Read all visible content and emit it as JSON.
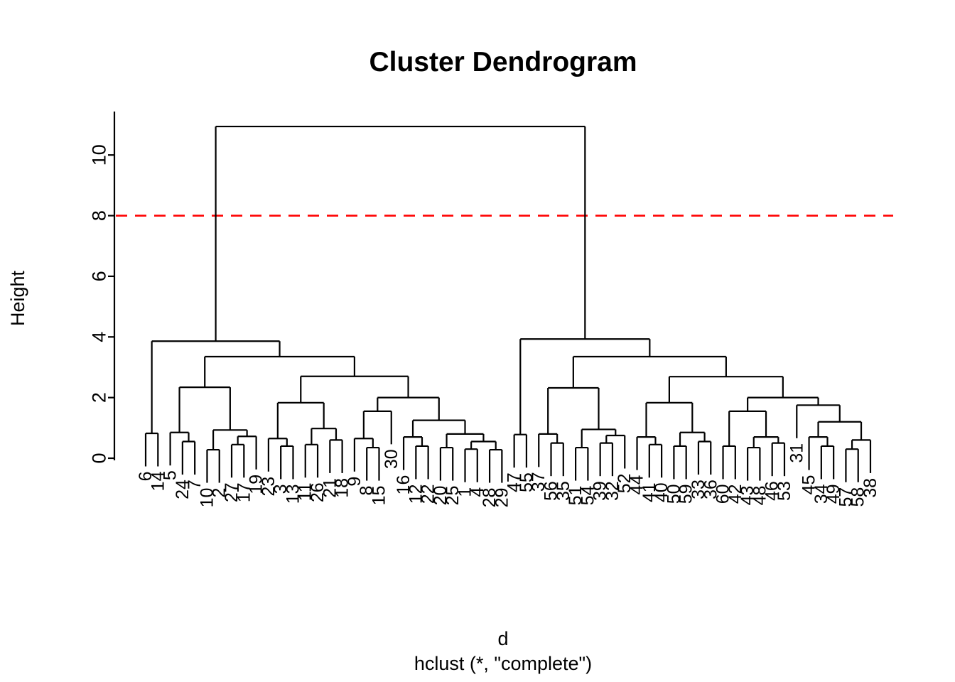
{
  "title": "Cluster Dendrogram",
  "y_axis": {
    "label": "Height",
    "ticks": [
      0,
      2,
      4,
      6,
      8,
      10
    ]
  },
  "x_axis": {
    "caption_line1": "d",
    "caption_line2": "hclust (*, \"complete\")"
  },
  "cut_line": {
    "height": 8,
    "color": "#FF0000",
    "style": "dashed"
  },
  "chart_data": {
    "type": "dendrogram",
    "title": "Cluster Dendrogram",
    "ylabel": "Height",
    "xlabel_line1": "d",
    "xlabel_line2": "hclust (*, \"complete\")",
    "linkage_method": "complete",
    "n_leaves": 60,
    "ylim": [
      0,
      11.2
    ],
    "root_height": 10.94,
    "cut_line_height": 8,
    "leaf_order": [
      "6",
      "14",
      "5",
      "24",
      "7",
      "10",
      "2",
      "27",
      "17",
      "19",
      "23",
      "3",
      "13",
      "11",
      "26",
      "21",
      "18",
      "9",
      "8",
      "15",
      "30",
      "16",
      "12",
      "22",
      "20",
      "25",
      "1",
      "4",
      "28",
      "29",
      "47",
      "55",
      "37",
      "56",
      "35",
      "51",
      "54",
      "39",
      "32",
      "52",
      "44",
      "41",
      "40",
      "50",
      "59",
      "33",
      "36",
      "60",
      "42",
      "43",
      "48",
      "46",
      "53",
      "31",
      "45",
      "34",
      "49",
      "57",
      "58",
      "38"
    ],
    "tree": [
      10.94,
      [
        3.86,
        [
          0.82,
          "6",
          "14"
        ],
        [
          3.35,
          [
            2.34,
            [
              0.85,
              "5",
              [
                0.55,
                "24",
                "7"
              ]
            ],
            [
              0.93,
              [
                0.28,
                "10",
                "2"
              ],
              [
                0.72,
                [
                  0.45,
                  "27",
                  "17"
                ],
                "19"
              ]
            ]
          ],
          [
            2.7,
            [
              1.83,
              [
                0.65,
                "23",
                [
                  0.4,
                  "3",
                  "13"
                ]
              ],
              [
                0.98,
                [
                  0.45,
                  "11",
                  "26"
                ],
                [
                  0.6,
                  "21",
                  "18"
                ]
              ]
            ],
            [
              2.0,
              [
                1.55,
                [
                  0.65,
                  "9",
                  [
                    0.35,
                    "8",
                    "15"
                  ]
                ],
                "30"
              ],
              [
                1.25,
                [
                  0.7,
                  "16",
                  [
                    0.4,
                    "12",
                    "22"
                  ]
                ],
                [
                  0.8,
                  [
                    0.35,
                    "20",
                    "25"
                  ],
                  [
                    0.55,
                    [
                      0.3,
                      "1",
                      "4"
                    ],
                    [
                      0.28,
                      "28",
                      "29"
                    ]
                  ]
                ]
              ]
            ]
          ]
        ]
      ],
      [
        3.93,
        [
          0.78,
          "47",
          "55"
        ],
        [
          3.35,
          [
            2.32,
            [
              0.8,
              "37",
              [
                0.5,
                "56",
                "35"
              ]
            ],
            [
              0.95,
              [
                0.35,
                "51",
                "54"
              ],
              [
                0.75,
                [
                  0.5,
                  "39",
                  "32"
                ],
                "52"
              ]
            ]
          ],
          [
            2.69,
            [
              1.83,
              [
                0.7,
                "44",
                [
                  0.45,
                  "41",
                  "40"
                ]
              ],
              [
                0.85,
                [
                  0.4,
                  "50",
                  "59"
                ],
                [
                  0.55,
                  "33",
                  "36"
                ]
              ]
            ],
            [
              2.0,
              [
                1.55,
                [
                  0.4,
                  "60",
                  "42"
                ],
                [
                  0.7,
                  [
                    0.35,
                    "43",
                    "48"
                  ],
                  [
                    0.5,
                    "46",
                    "53"
                  ]
                ]
              ],
              [
                1.75,
                "31",
                [
                  1.2,
                  [
                    0.7,
                    "45",
                    [
                      0.4,
                      "34",
                      "49"
                    ]
                  ],
                  [
                    0.6,
                    [
                      0.3,
                      "57",
                      "58"
                    ],
                    "38"
                  ]
                ]
              ]
            ]
          ]
        ]
      ]
    ]
  }
}
